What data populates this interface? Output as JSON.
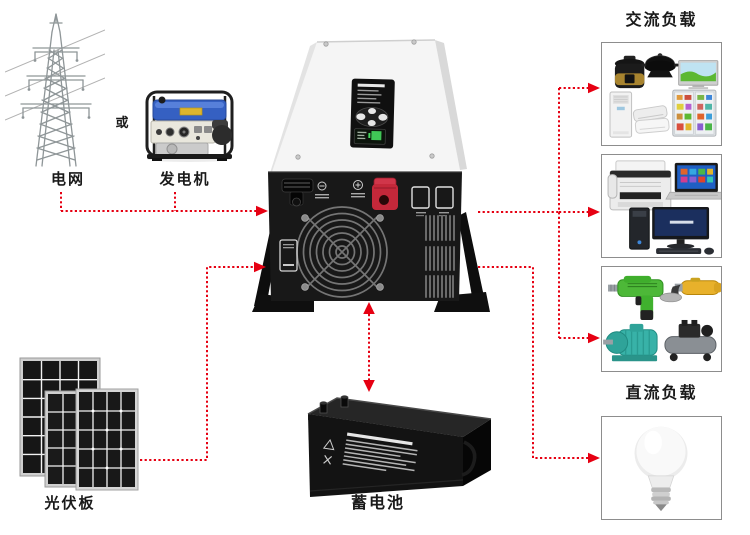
{
  "labels": {
    "grid": "电网",
    "or": "或",
    "generator": "发电机",
    "pv": "光伏板",
    "battery": "蓄电池",
    "ac_load": "交流负载",
    "dc_load": "直流负载"
  },
  "colors": {
    "connector_red": "#e60012",
    "box_border": "#8d8d8d",
    "text": "#1a1a1a",
    "inverter_body": "#f5f5f5",
    "inverter_panel": "#181818",
    "battery_body": "#141414",
    "drill_green": "#4db838",
    "grinder_yellow": "#e8b12b",
    "motor_teal": "#38b2a8",
    "generator_blue": "#3560c2"
  },
  "diagram": {
    "sources": [
      {
        "id": "grid",
        "label": "电网",
        "icon": "power-grid-tower-icon"
      },
      {
        "id": "generator",
        "label": "发电机",
        "icon": "generator-icon",
        "joiner": "或"
      },
      {
        "id": "pv",
        "label": "光伏板",
        "icon": "solar-panels-icon"
      }
    ],
    "converter": {
      "id": "inverter",
      "icon": "inverter-icon"
    },
    "storage": {
      "id": "battery",
      "label": "蓄电池",
      "icon": "battery-icon"
    },
    "loads": [
      {
        "id": "ac_load",
        "label": "交流负载",
        "boxes": [
          [
            "pressure-cooker",
            "electric-wok",
            "tv",
            "floor-standing-ac",
            "air-conditioner-units",
            "refrigerator"
          ],
          [
            "fax-printer",
            "laptop",
            "desktop-tower",
            "monitor",
            "keyboard",
            "mouse"
          ],
          [
            "electric-drill",
            "angle-grinder",
            "electric-motor",
            "air-compressor"
          ]
        ]
      },
      {
        "id": "dc_load",
        "label": "直流负载",
        "boxes": [
          [
            "led-bulb"
          ]
        ]
      }
    ],
    "connections": [
      {
        "from": "grid/generator",
        "to": "inverter",
        "style": "red-dashed-arrow"
      },
      {
        "from": "pv",
        "to": "inverter",
        "style": "red-dashed-arrow"
      },
      {
        "from": "inverter",
        "to": "battery",
        "style": "red-dashed-arrow",
        "bidirectional": true
      },
      {
        "from": "inverter",
        "to": "ac_load",
        "style": "red-dashed-arrow",
        "branches": 3
      },
      {
        "from": "inverter",
        "to": "dc_load",
        "style": "red-dashed-arrow"
      }
    ]
  }
}
